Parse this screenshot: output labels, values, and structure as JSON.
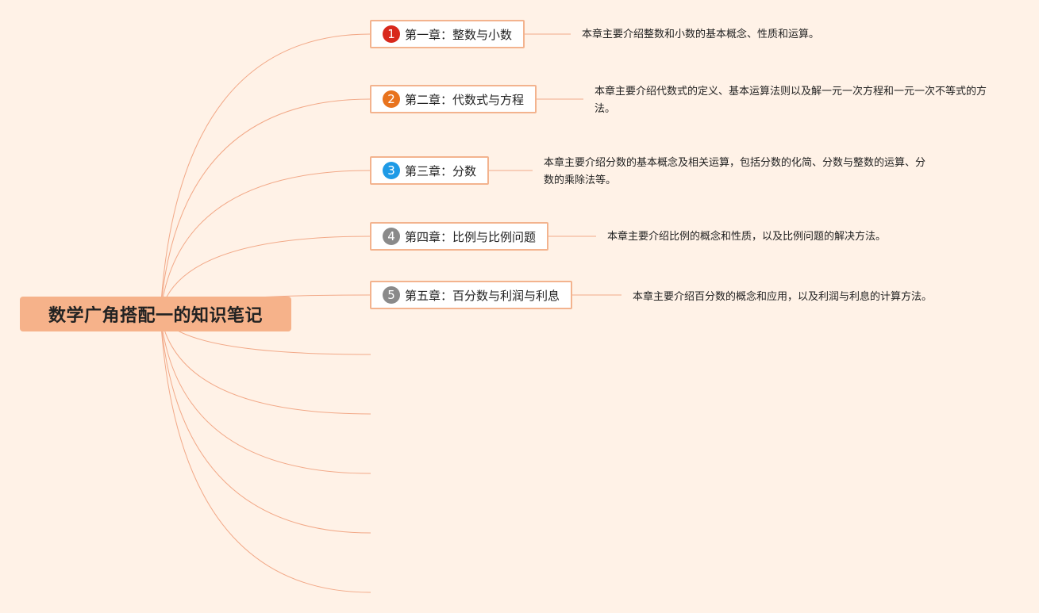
{
  "root": {
    "title": "数学广角搭配一的知识笔记"
  },
  "branches": [
    {
      "number": "1",
      "title": "第一章：整数与小数",
      "description": "本章主要介绍整数和小数的基本概念、性质和运算。",
      "badge_color": "#d8281c"
    },
    {
      "number": "2",
      "title": "第二章：代数式与方程",
      "description": "本章主要介绍代数式的定义、基本运算法则以及解一元一次方程和一元一次不等式的方法。",
      "badge_color": "#e8731e"
    },
    {
      "number": "3",
      "title": "第三章：分数",
      "description": "本章主要介绍分数的基本概念及相关运算，包括分数的化简、分数与整数的运算、分数的乘除法等。",
      "badge_color": "#1e9ae6"
    },
    {
      "number": "4",
      "title": "第四章：比例与比例问题",
      "description": "本章主要介绍比例的概念和性质，以及比例问题的解决方法。",
      "badge_color": "#8a8a8a"
    },
    {
      "number": "5",
      "title": "第五章：百分数与利润与利息",
      "description": "本章主要介绍百分数的概念和应用，以及利润与利息的计算方法。",
      "badge_color": "#8a8a8a"
    }
  ],
  "colors": {
    "background": "#fff2e7",
    "root_fill": "#f6b28a",
    "branch_border": "#f3b38e",
    "connector": "#f2a988"
  }
}
